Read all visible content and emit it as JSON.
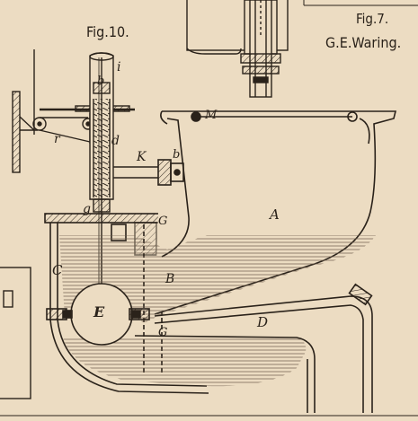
{
  "figure_left": "Fig.10.",
  "figure_right": "Fig.7.",
  "author": "G.E.Waring.",
  "labels": {
    "i": "i",
    "b_top": "b",
    "d": "d",
    "r": "r",
    "K": "K",
    "b_right": "b",
    "M": "M",
    "A": "A",
    "g": "g",
    "G_top": "G",
    "C": "C",
    "B": "B",
    "E": "E",
    "G_bottom": "G",
    "D": "D"
  },
  "colors": {
    "paper": "#ecdcc2",
    "ink": "#2a221a",
    "water_hatch": "#6b5a48",
    "metal_fill": "#d9c6a6"
  }
}
